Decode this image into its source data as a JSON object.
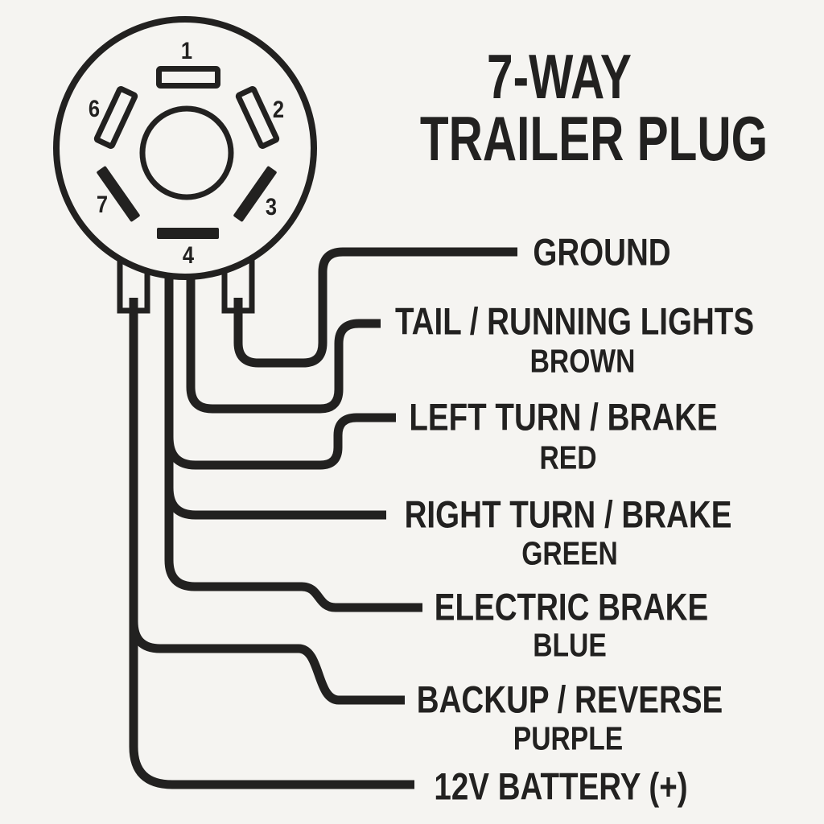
{
  "colors": {
    "background": "#f5f4f1",
    "ink": "#222120"
  },
  "title": {
    "line1": "7-WAY",
    "line2": "TRAILER PLUG"
  },
  "plug": {
    "pin_numbers": {
      "p1": "1",
      "p2": "2",
      "p3": "3",
      "p4": "4",
      "p6": "6",
      "p7": "7"
    }
  },
  "wires": [
    {
      "function": "GROUND"
    },
    {
      "function": "TAIL / RUNNING LIGHTS",
      "color": "BROWN"
    },
    {
      "function": "LEFT TURN / BRAKE",
      "color": "RED"
    },
    {
      "function": "RIGHT TURN / BRAKE",
      "color": "GREEN"
    },
    {
      "function": "ELECTRIC BRAKE",
      "color": "BLUE"
    },
    {
      "function": "BACKUP / REVERSE",
      "color": "PURPLE"
    },
    {
      "function": "12V BATTERY (+)"
    }
  ]
}
